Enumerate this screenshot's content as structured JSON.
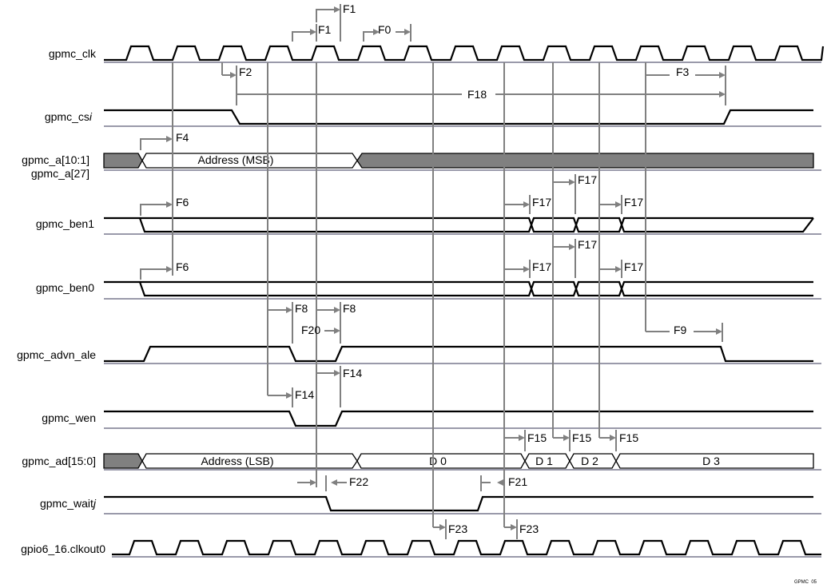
{
  "signals": {
    "gpmc_clk": "gpmc_clk",
    "gpmc_csi_prefix": "gpmc_cs",
    "gpmc_csi_suffix": "i",
    "gpmc_a_line1": "gpmc_a[10:1]",
    "gpmc_a_line2": "gpmc_a[27]",
    "gpmc_ben1": "gpmc_ben1",
    "gpmc_ben0": "gpmc_ben0",
    "gpmc_advn_ale": "gpmc_advn_ale",
    "gpmc_wen": "gpmc_wen",
    "gpmc_ad": "gpmc_ad[15:0]",
    "gpmc_waitj_prefix": "gpmc_wait",
    "gpmc_waitj_suffix": "j",
    "gpio6_16": "gpio6_16.clkout0"
  },
  "bus_values": {
    "address_msb": "Address (MSB)",
    "address_lsb": "Address (LSB)",
    "d0": "D 0",
    "d1": "D 1",
    "d2": "D 2",
    "d3": "D 3"
  },
  "parameters": {
    "f0": "F0",
    "f1": "F1",
    "f2": "F2",
    "f3": "F3",
    "f4": "F4",
    "f6": "F6",
    "f8": "F8",
    "f9": "F9",
    "f14": "F14",
    "f15": "F15",
    "f17": "F17",
    "f18": "F18",
    "f20": "F20",
    "f21": "F21",
    "f22": "F22",
    "f23": "F23"
  },
  "figure_id": "GPMC_05",
  "colors": {
    "waveform": "#000000",
    "timing_markers": "#808080",
    "baselines": "#9a9aaa",
    "invalid_bus": "#808080"
  }
}
